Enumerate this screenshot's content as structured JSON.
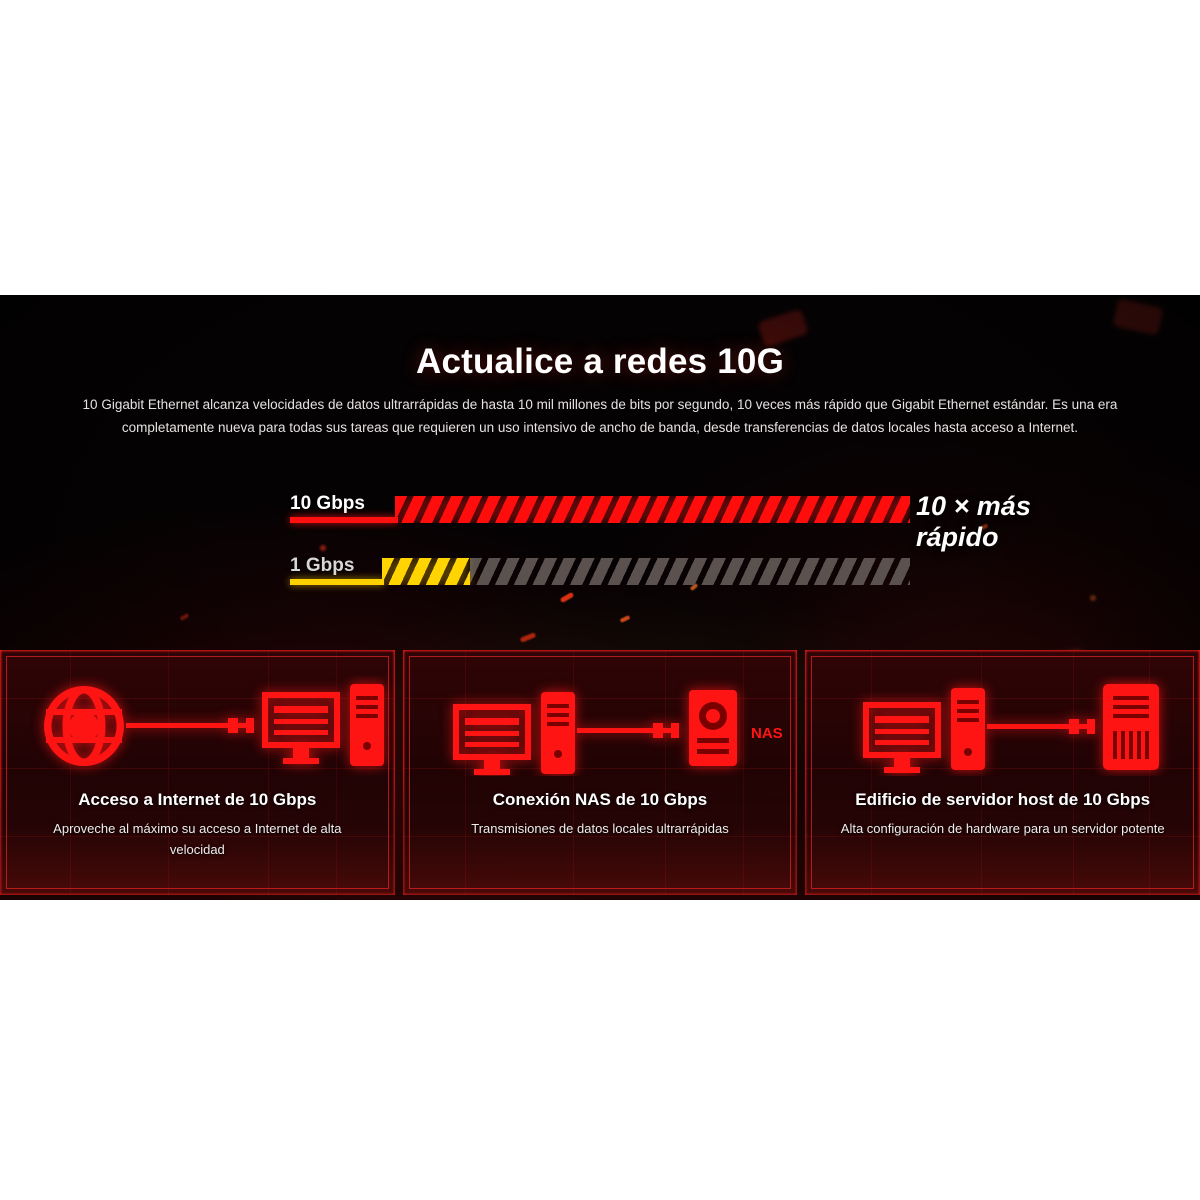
{
  "hero": {
    "title": "Actualice a redes 10G",
    "paragraph": "10 Gigabit Ethernet alcanza velocidades de datos ultrarrápidas de hasta 10 mil millones de bits por segundo, 10 veces más rápido que Gigabit Ethernet estándar. Es una era completamente nueva para todas sus tareas que requieren un uso intensivo de ancho de banda, desde transferencias de datos locales hasta acceso a Internet.",
    "faster_badge": "10 × más rápido"
  },
  "speed_comparison": {
    "bars": [
      {
        "label": "10 Gbps",
        "color": "#ff0d0d",
        "fill_percent": 100
      },
      {
        "label": "1 Gbps",
        "color": "#ffd400",
        "fill_percent": 17
      }
    ],
    "track_color": "#5b5250"
  },
  "cards": [
    {
      "title": "Acceso a Internet de 10 Gbps",
      "desc": "Aproveche al máximo su acceso a Internet de alta velocidad",
      "icons": [
        "globe-icon",
        "cable-icon",
        "desktop-computer-icon"
      ],
      "device_label": ""
    },
    {
      "title": "Conexión NAS de 10 Gbps",
      "desc": "Transmisiones de datos locales ultrarrápidas",
      "icons": [
        "desktop-computer-icon",
        "cable-icon",
        "nas-device-icon"
      ],
      "device_label": "NAS"
    },
    {
      "title": "Edificio de servidor host de 10 Gbps",
      "desc": "Alta configuración de hardware para un servidor potente",
      "icons": [
        "desktop-computer-icon",
        "cable-icon",
        "server-rack-icon"
      ],
      "device_label": ""
    }
  ],
  "colors": {
    "accent_red": "#ff1414",
    "accent_yellow": "#ffd400",
    "background": "#050203",
    "page_background": "#ffffff"
  }
}
